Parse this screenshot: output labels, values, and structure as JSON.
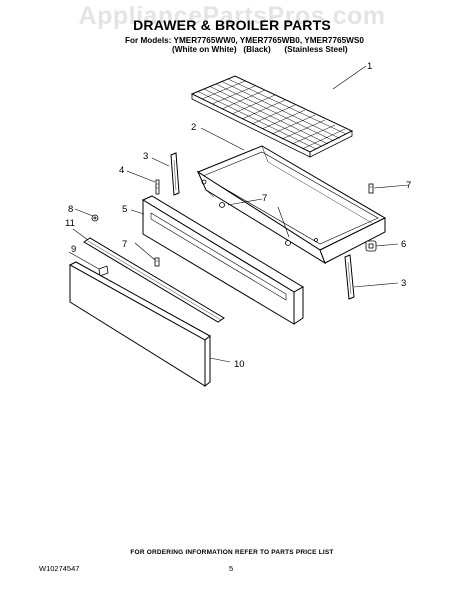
{
  "watermark": "AppliancePartsPros.com",
  "title": "DRAWER & BROILER PARTS",
  "models_line": "For Models: YMER7765WW0, YMER7765WB0, YMER7765WS0",
  "finishes": [
    "(White on White)",
    "(Black)",
    "(Stainless Steel)"
  ],
  "ordering_note": "FOR ORDERING INFORMATION REFER TO PARTS PRICE LIST",
  "doc_number": "W10274547",
  "page_number": "5",
  "callouts": [
    "1",
    "2",
    "3",
    "4",
    "5",
    "7",
    "8",
    "11",
    "9",
    "7",
    "7",
    "6",
    "3",
    "10"
  ]
}
